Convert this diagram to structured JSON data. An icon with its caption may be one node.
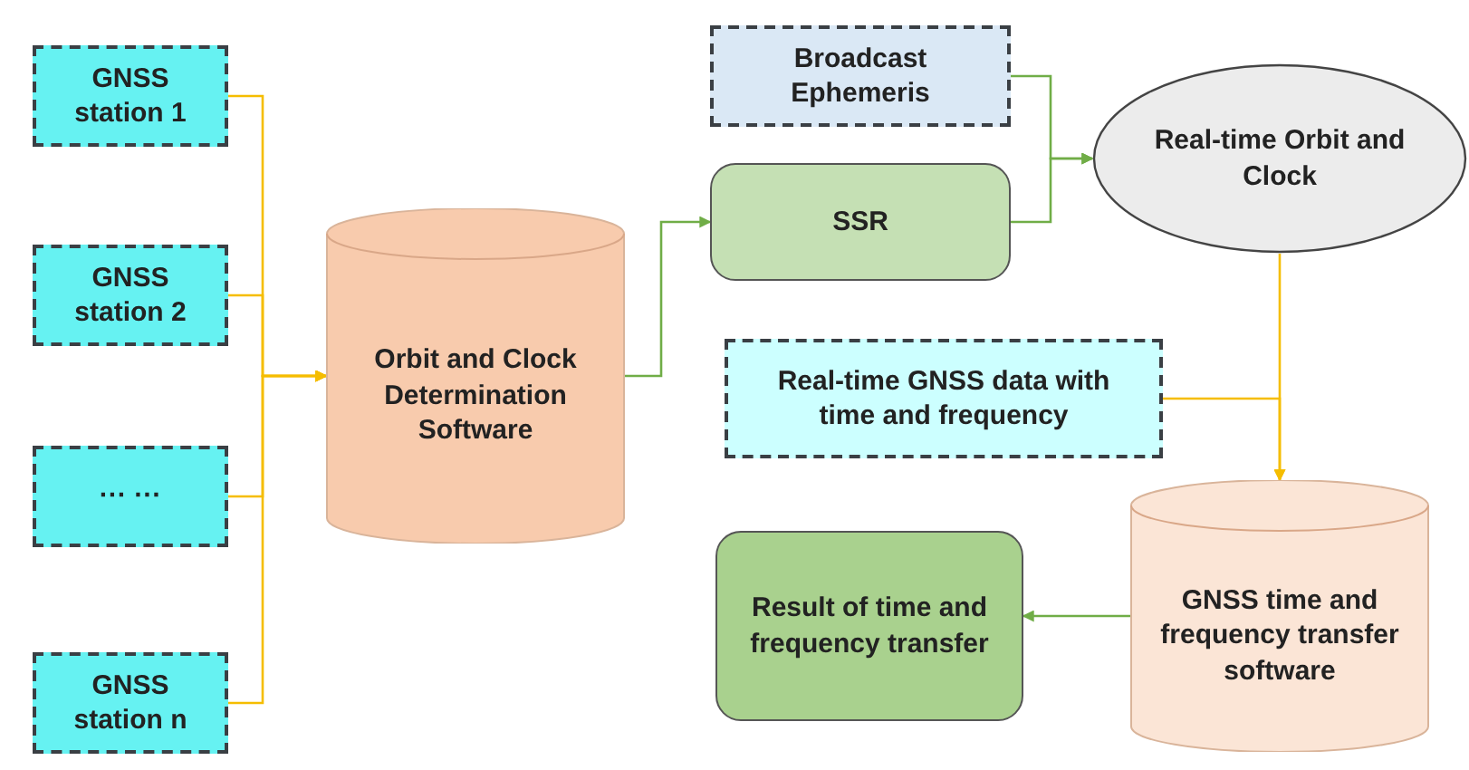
{
  "diagram": {
    "nodes": [
      {
        "text": [
          "GNSS station 1"
        ]
      },
      {
        "text": [
          "GNSS station 2"
        ]
      },
      {
        "text": [
          "··· ···"
        ]
      },
      {
        "text": [
          "GNSS station n"
        ]
      },
      {
        "text": [
          "Orbit and Clock Determination Software"
        ]
      },
      {
        "text": [
          "Broadcast Ephemeris"
        ]
      },
      {
        "text": [
          "SSR"
        ]
      },
      {
        "text": [
          "Real-time Orbit and Clock"
        ]
      },
      {
        "text": [
          "Real-time GNSS data with time and frequency"
        ]
      },
      {
        "text": [
          "GNSS time and frequency transfer software"
        ]
      },
      {
        "text": [
          "Result of time and frequency transfer"
        ]
      }
    ],
    "edges": [
      {
        "from": 0,
        "to": 4,
        "arrow": "to"
      },
      {
        "from": 1,
        "to": 4,
        "arrow": "to"
      },
      {
        "from": 2,
        "to": 4,
        "arrow": "to"
      },
      {
        "from": 3,
        "to": 4,
        "arrow": "to"
      },
      {
        "from": 4,
        "to": 6,
        "arrow": "to",
        "color": "#70ad47"
      },
      {
        "from": 5,
        "to": 7,
        "arrow": "to",
        "color": "#70ad47"
      },
      {
        "from": 6,
        "to": 7,
        "arrow": "to",
        "color": "#70ad47"
      },
      {
        "from": 7,
        "to": 9,
        "arrow": "to"
      },
      {
        "from": 8,
        "to": 9,
        "arrow": "to"
      },
      {
        "from": 9,
        "to": 10,
        "arrow": "to",
        "color": "#70ad47"
      }
    ]
  }
}
